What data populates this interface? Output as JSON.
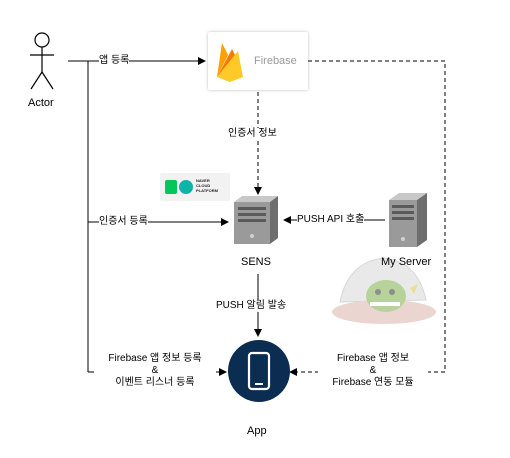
{
  "nodes": {
    "actor": "Actor",
    "firebase": "Firebase",
    "sens": "SENS",
    "my_server": "My Server",
    "app": "App",
    "ncp_logo": [
      "NAVER",
      "CLOUD",
      "PLATFORM"
    ]
  },
  "edges": {
    "register_app": "앱 등록",
    "certificate_info": "인증서 정보",
    "register_certificate": "인증서 등록",
    "push_api_call": "PUSH API 호출",
    "push_send": "PUSH 알림 발송",
    "register_left": [
      "Firebase 앱 정보 등록",
      "&",
      "이벤트 리스너 등록"
    ],
    "register_right": [
      "Firebase 앱 정보",
      "&",
      "Firebase 연동 모듈"
    ]
  },
  "colors": {
    "line": "#000000",
    "app_icon": "#0c2d52",
    "firebase_orange": "#f5820d",
    "firebase_yellow": "#ffca28",
    "server_grey": "#8a8a8a"
  }
}
